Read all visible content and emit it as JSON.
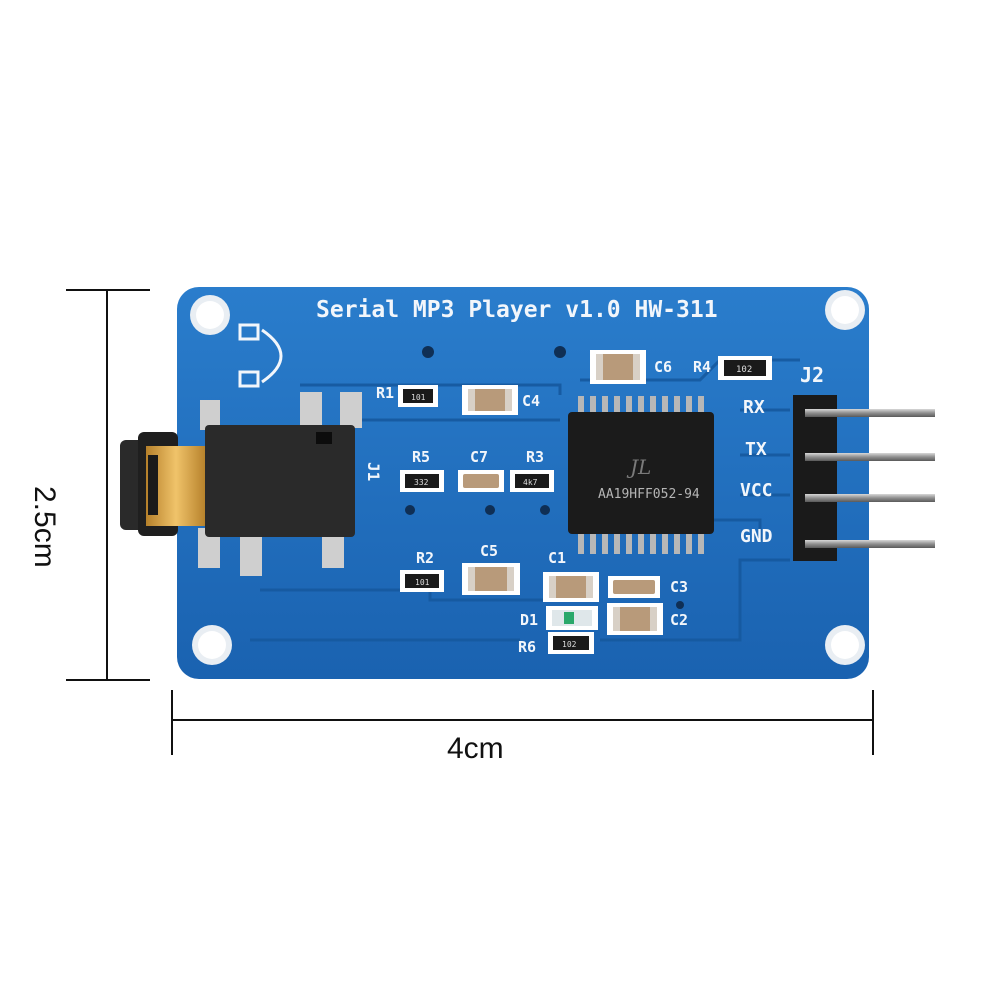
{
  "dimensions": {
    "width_label": "4cm",
    "height_label": "2.5cm"
  },
  "board": {
    "title": "Serial MP3 Player v1.0 HW-311",
    "connector_label": "J2",
    "jack_label": "J1",
    "pins": [
      "RX",
      "TX",
      "VCC",
      "GND"
    ],
    "chip_marking": "AA19HFF052-94",
    "chip_logo": "JL",
    "components": {
      "r1": "R1",
      "r2": "R2",
      "r3": "R3",
      "r4": "R4",
      "r5": "R5",
      "r6": "R6",
      "c1": "C1",
      "c2": "C2",
      "c3": "C3",
      "c4": "C4",
      "c5": "C5",
      "c6": "C6",
      "c7": "C7",
      "d1": "D1"
    },
    "resistor_codes": {
      "r1": "101",
      "r2": "101",
      "r3": "4k7",
      "r4": "102",
      "r5": "332",
      "r6": "102"
    }
  },
  "colors": {
    "pcb": "#1f6fc0",
    "silkscreen": "#f2f6fb",
    "chip": "#1b1b1b",
    "pins": "#9a9a9a",
    "jack": "#2a2a2a",
    "gold": "#d9a441"
  }
}
